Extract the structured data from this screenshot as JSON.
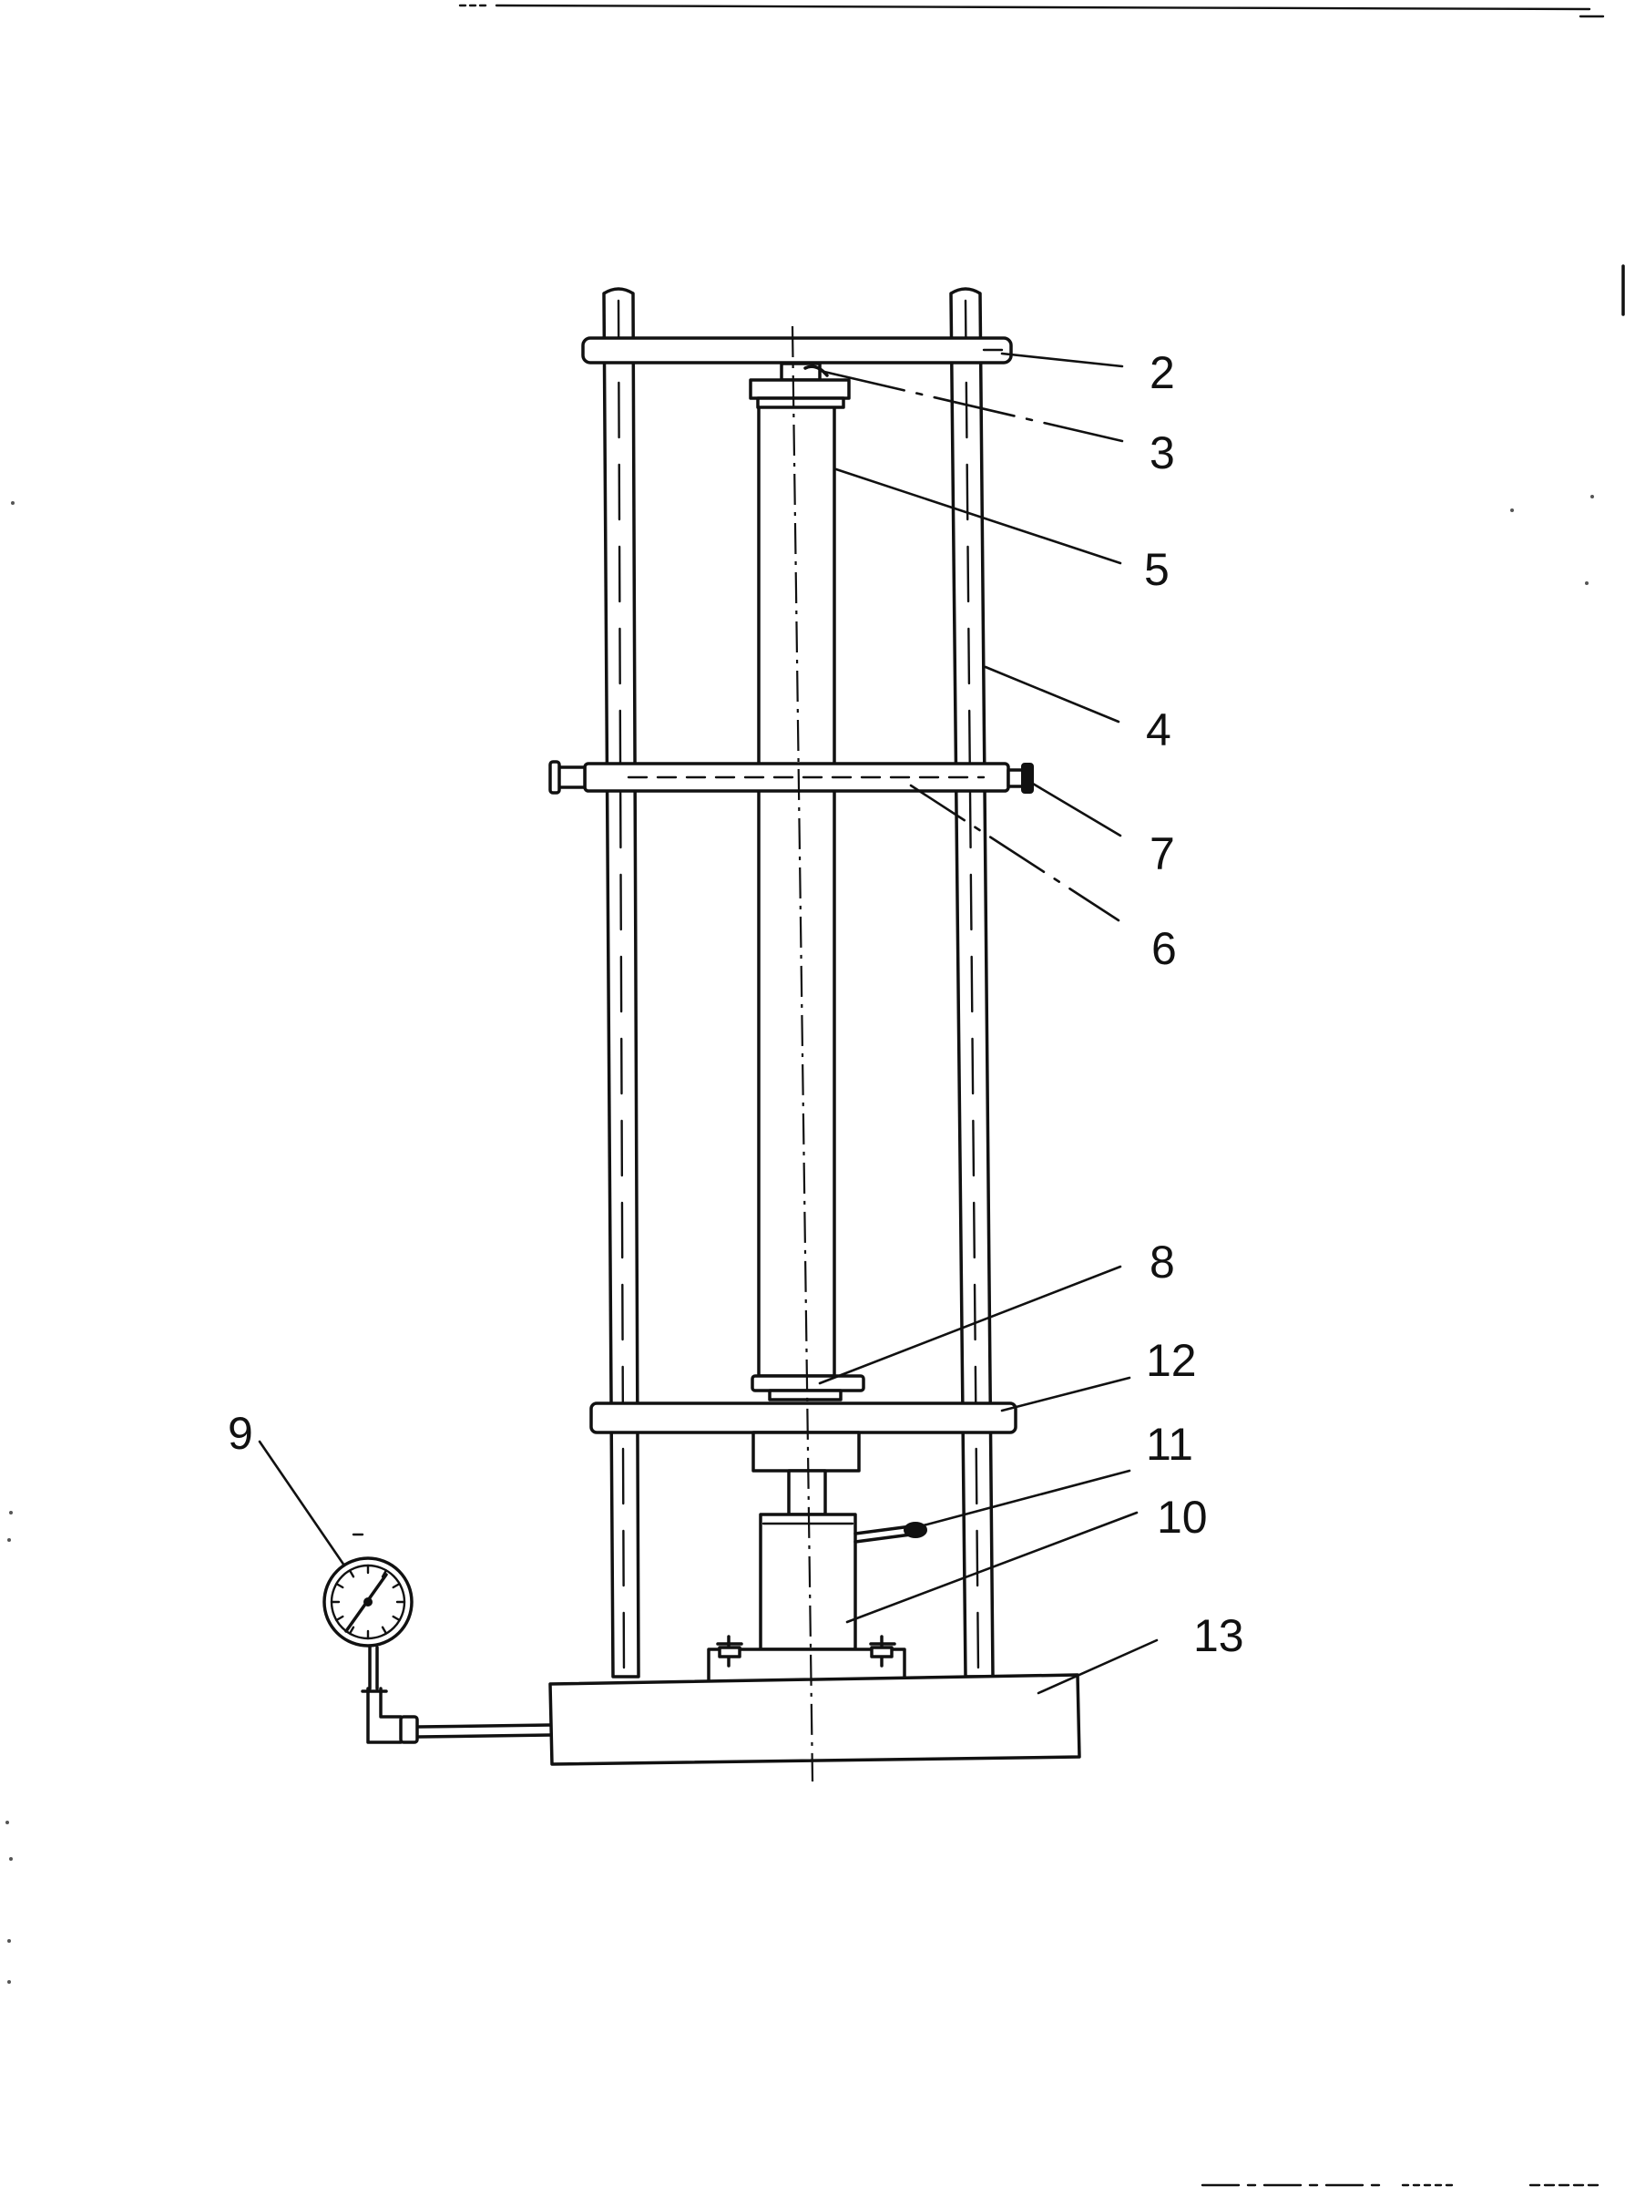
{
  "callouts": {
    "c2": "2",
    "c3": "3",
    "c4": "4",
    "c5": "5",
    "c6": "6",
    "c7": "7",
    "c8": "8",
    "c9": "9",
    "c10": "10",
    "c11": "11",
    "c12": "12",
    "c13": "13"
  },
  "colors": {
    "ink": "#111111",
    "paper": "#ffffff"
  }
}
